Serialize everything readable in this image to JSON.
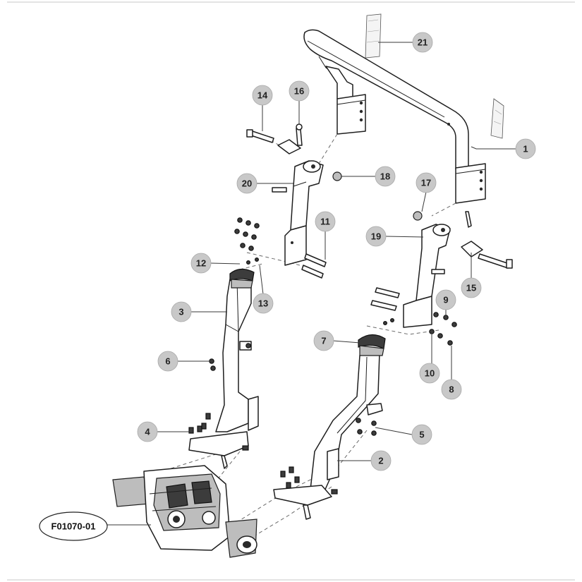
{
  "callouts": [
    {
      "num": "1"
    },
    {
      "num": "2"
    },
    {
      "num": "3"
    },
    {
      "num": "4"
    },
    {
      "num": "5"
    },
    {
      "num": "6"
    },
    {
      "num": "7"
    },
    {
      "num": "8"
    },
    {
      "num": "9"
    },
    {
      "num": "10"
    },
    {
      "num": "11"
    },
    {
      "num": "12"
    },
    {
      "num": "13"
    },
    {
      "num": "14"
    },
    {
      "num": "15"
    },
    {
      "num": "16"
    },
    {
      "num": "17"
    },
    {
      "num": "18"
    },
    {
      "num": "19"
    },
    {
      "num": "20"
    },
    {
      "num": "21"
    }
  ],
  "reference": {
    "label": "F01070-01"
  },
  "colors": {
    "balloon_fill": "#c8c8c8",
    "line": "#1e1e1e",
    "background": "#ffffff"
  }
}
